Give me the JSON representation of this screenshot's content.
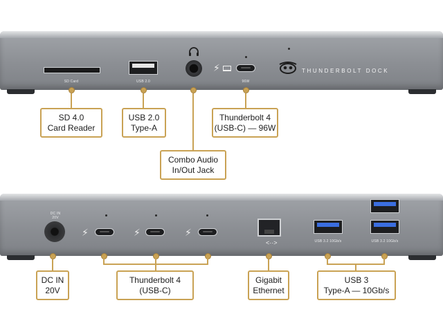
{
  "brand": {
    "text": "THUNDERBOLT DOCK"
  },
  "front_ports": {
    "sd": "SD Card",
    "usb2": "USB 2.0",
    "tb": "96W"
  },
  "rear_ports": {
    "dc": "DC IN\n20V",
    "usb3a": "USB 3.2 10Gb/s",
    "usb3b": "USB 3.2 10Gb/s"
  },
  "front_callouts": {
    "sd": "SD 4.0\nCard Reader",
    "usb2": "USB 2.0\nType-A",
    "audio": "Combo Audio\nIn/Out Jack",
    "tb": "Thunderbolt 4\n(USB-C) — 96W"
  },
  "rear_callouts": {
    "dc": "DC IN\n20V",
    "tb": "Thunderbolt 4\n(USB-C)",
    "eth": "Gigabit\nEthernet",
    "usb3": "USB 3\nType-A — 10Gb/s"
  },
  "colors": {
    "accent": "#c9a254",
    "usb3_blue": "#3b6ee0"
  }
}
